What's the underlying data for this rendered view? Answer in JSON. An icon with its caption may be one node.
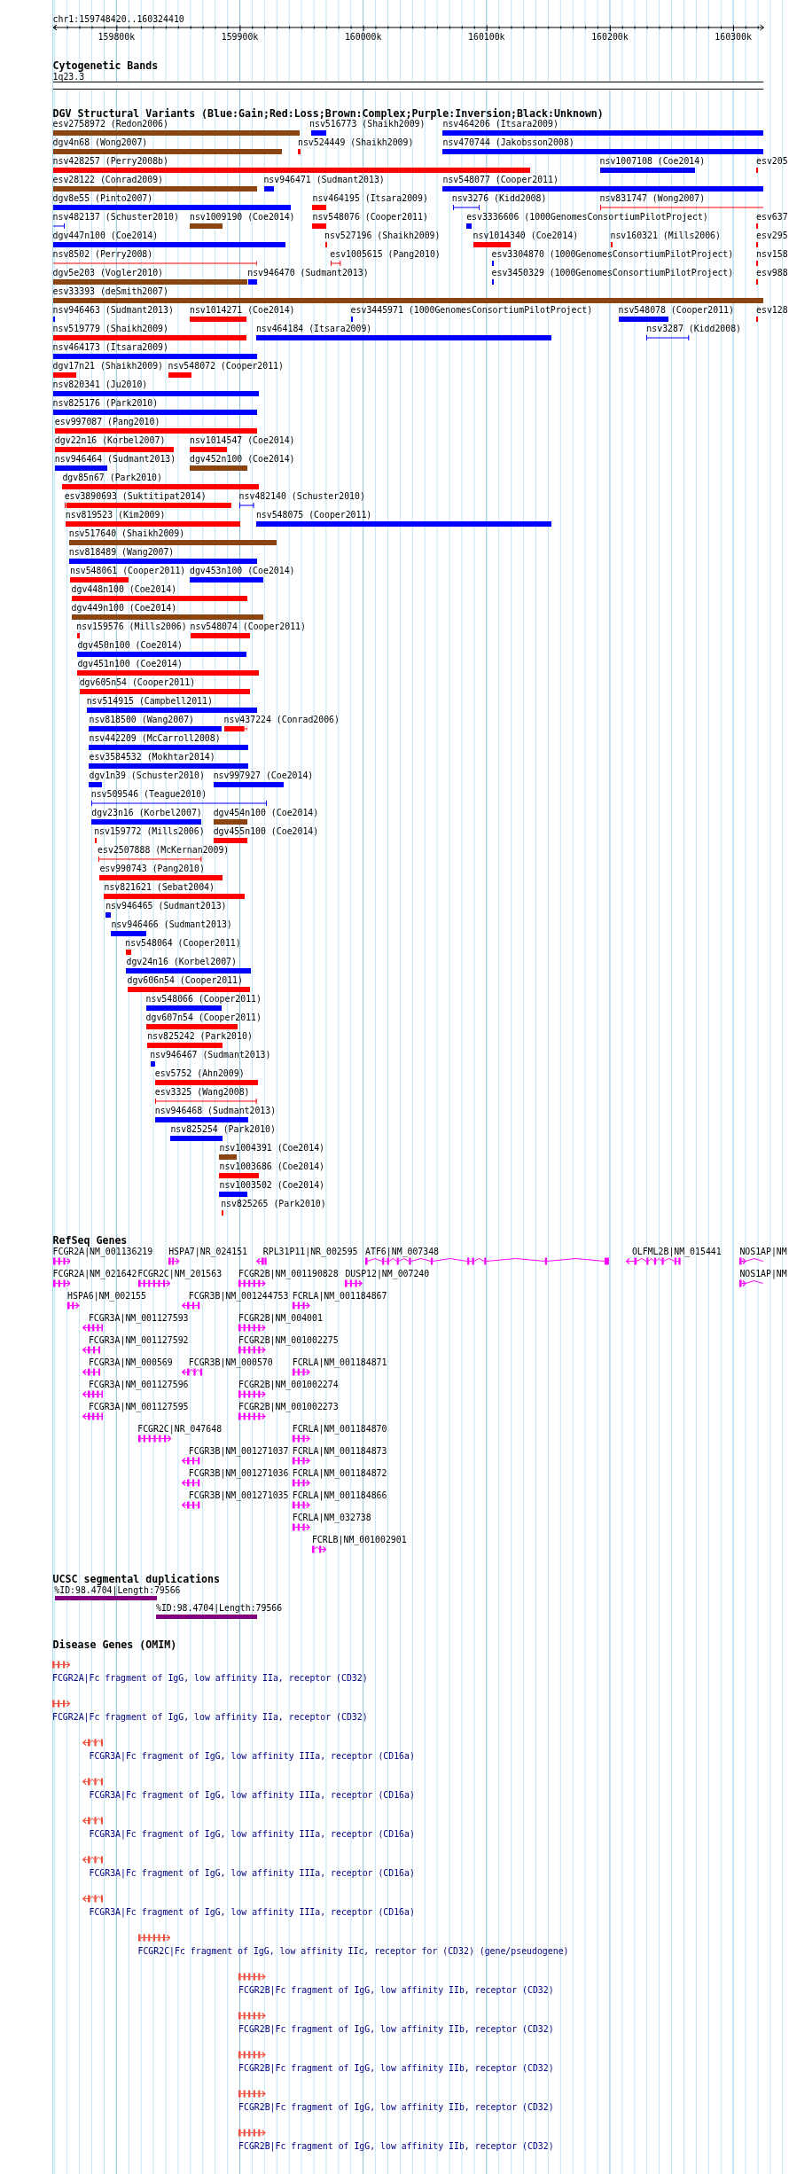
{
  "diagram": {
    "labels": [
      "chr1:159748420..160324410",
      "159800k",
      "159900k",
      "160000k",
      "160100k",
      "160200k",
      "160300k",
      "Cytogenetic Bands",
      "1q23.3",
      "DGV Structural Variants (Blue:Gain;Red:Loss;Brown:Complex;Purple:Inversion;Black:Unknown)",
      "esv2758972 (Redon2006)",
      "nsv516773 (Shaikh2009)",
      "nsv464206 (Itsara2009)",
      "dgv4n68 (Wong2007)",
      "nsv524449 (Shaikh2009)",
      "nsv470744 (Jakobsson2008)",
      "nsv428257 (Perry2008b)",
      "nsv1007108 (Coe2014)",
      "esv205",
      "esv28122 (Conrad2009)",
      "nsv946471 (Sudmant2013)",
      "nsv548077 (Cooper2011)",
      "dgv8e55 (Pinto2007)",
      "nsv464195 (Itsara2009)",
      "nsv3276 (Kidd2008)",
      "nsv831747 (Wong2007)",
      "nsv482137 (Schuster2010)",
      "nsv1009190 (Coe2014)",
      "nsv548076 (Cooper2011)",
      "esv3336606 (1000GenomesConsortiumPilotProject)",
      "esv637",
      "dgv447n100 (Coe2014)",
      "nsv527196 (Shaikh2009)",
      "nsv1014340 (Coe2014)",
      "nsv160321 (Mills2006)",
      "esv295",
      "nsv8502 (Perry2008)",
      "esv1005615 (Pang2010)",
      "esv3304870 (1000GenomesConsortiumPilotProject)",
      "nsv158",
      "dgv5e203 (Vogler2010)",
      "nsv946470 (Sudmant2013)",
      "esv3450329 (1000GenomesConsortiumPilotProject)",
      "esv988",
      "esv33393 (deSmith2007)",
      "nsv946463 (Sudmant2013)",
      "nsv1014271 (Coe2014)",
      "esv3445971 (1000GenomesConsortiumPilotProject)",
      "nsv548078 (Cooper2011)",
      "esv128",
      "nsv519779 (Shaikh2009)",
      "nsv464184 (Itsara2009)",
      "nsv3287 (Kidd2008)",
      "nsv464173 (Itsara2009)",
      "dgv17n21 (Shaikh2009)",
      "nsv548072 (Cooper2011)",
      "nsv820341 (Ju2010)",
      "nsv825176 (Park2010)",
      "esv997087 (Pang2010)",
      "dgv22n16 (Korbel2007)",
      "nsv1014547 (Coe2014)",
      "nsv946464 (Sudmant2013)",
      "dgv452n100 (Coe2014)",
      "dgv85n67 (Park2010)",
      "esv3890693 (Suktitipat2014)",
      "nsv482140 (Schuster2010)",
      "nsv819523 (Kim2009)",
      "nsv548075 (Cooper2011)",
      "nsv517640 (Shaikh2009)",
      "nsv818489 (Wang2007)",
      "nsv548061 (Cooper2011)",
      "dgv453n100 (Coe2014)",
      "dgv448n100 (Coe2014)",
      "dgv449n100 (Coe2014)",
      "nsv159576 (Mills2006)",
      "nsv548074 (Cooper2011)",
      "dgv450n100 (Coe2014)",
      "dgv451n100 (Coe2014)",
      "dgv605n54 (Cooper2011)",
      "nsv514915 (Campbell2011)",
      "nsv818500 (Wang2007)",
      "nsv437224 (Conrad2006)",
      "nsv442209 (McCarroll2008)",
      "esv3584532 (Mokhtar2014)",
      "dgv1n39 (Schuster2010)",
      "nsv997927 (Coe2014)",
      "nsv509546 (Teague2010)",
      "dgv23n16 (Korbel2007)",
      "dgv454n100 (Coe2014)",
      "nsv159772 (Mills2006)",
      "dgv455n100 (Coe2014)",
      "esv2507888 (McKernan2009)",
      "esv990743 (Pang2010)",
      "nsv821621 (Sebat2004)",
      "nsv946465 (Sudmant2013)",
      "nsv946466 (Sudmant2013)",
      "nsv548064 (Cooper2011)",
      "dgv24n16 (Korbel2007)",
      "dgv606n54 (Cooper2011)",
      "nsv548066 (Cooper2011)",
      "dgv607n54 (Cooper2011)",
      "nsv825242 (Park2010)",
      "nsv946467 (Sudmant2013)",
      "esv5752 (Ahn2009)",
      "esv3325 (Wang2008)",
      "nsv946468 (Sudmant2013)",
      "nsv825254 (Park2010)",
      "nsv1004391 (Coe2014)",
      "nsv1003686 (Coe2014)",
      "nsv1003502 (Coe2014)",
      "nsv825265 (Park2010)",
      "RefSeq Genes",
      "FCGR2A|NM_001136219",
      "HSPA7|NR_024151",
      "RPL31P11|NR_002595",
      "ATF6|NM_007348",
      "OLFML2B|NM_015441",
      "NOS1AP|NM",
      "FCGR2A|NM_021642",
      "FCGR2C|NM_201563",
      "FCGR2B|NM_001190828",
      "DUSP12|NM_007240",
      "NOS1AP|NM",
      "HSPA6|NM_002155",
      "FCGR3B|NM_001244753",
      "FCRLA|NM_001184867",
      "FCGR3A|NM_001127593",
      "FCGR2B|NM_004001",
      "FCGR3A|NM_001127592",
      "FCGR2B|NM_001002275",
      "FCGR3A|NM_000569",
      "FCGR3B|NM_000570",
      "FCRLA|NM_001184871",
      "FCGR3A|NM_001127596",
      "FCGR2B|NM_001002274",
      "FCGR3A|NM_001127595",
      "FCGR2B|NM_001002273",
      "FCGR2C|NR_047648",
      "FCRLA|NM_001184870",
      "FCGR3B|NM_001271037",
      "FCRLA|NM_001184873",
      "FCGR3B|NM_001271036",
      "FCRLA|NM_001184872",
      "FCGR3B|NM_001271035",
      "FCRLA|NM_001184866",
      "FCRLA|NM_032738",
      "FCRLB|NM_001002901",
      "UCSC segmental duplications",
      "%ID:98.4704|Length:79566",
      "%ID:98.4704|Length:79566",
      "Disease Genes (OMIM)",
      "FCGR2A|Fc fragment of IgG, low affinity IIa, receptor (CD32)",
      "FCGR2A|Fc fragment of IgG, low affinity IIa, receptor (CD32)",
      "FCGR3A|Fc fragment of IgG, low affinity IIIa, receptor (CD16a)",
      "FCGR3A|Fc fragment of IgG, low affinity IIIa, receptor (CD16a)",
      "FCGR3A|Fc fragment of IgG, low affinity IIIa, receptor (CD16a)",
      "FCGR3A|Fc fragment of IgG, low affinity IIIa, receptor (CD16a)",
      "FCGR3A|Fc fragment of IgG, low affinity IIIa, receptor (CD16a)",
      "FCGR2C|Fc fragment of IgG, low affinity IIc, receptor for (CD32) (gene/pseudogene)",
      "FCGR2B|Fc fragment of IgG, low affinity IIb, receptor (CD32)",
      "FCGR2B|Fc fragment of IgG, low affinity IIb, receptor (CD32)",
      "FCGR2B|Fc fragment of IgG, low affinity IIb, receptor (CD32)",
      "FCGR2B|Fc fragment of IgG, low affinity IIb, receptor (CD32)",
      "FCGR2B|Fc fragment of IgG, low affinity IIb, receptor (CD32)"
    ]
  }
}
